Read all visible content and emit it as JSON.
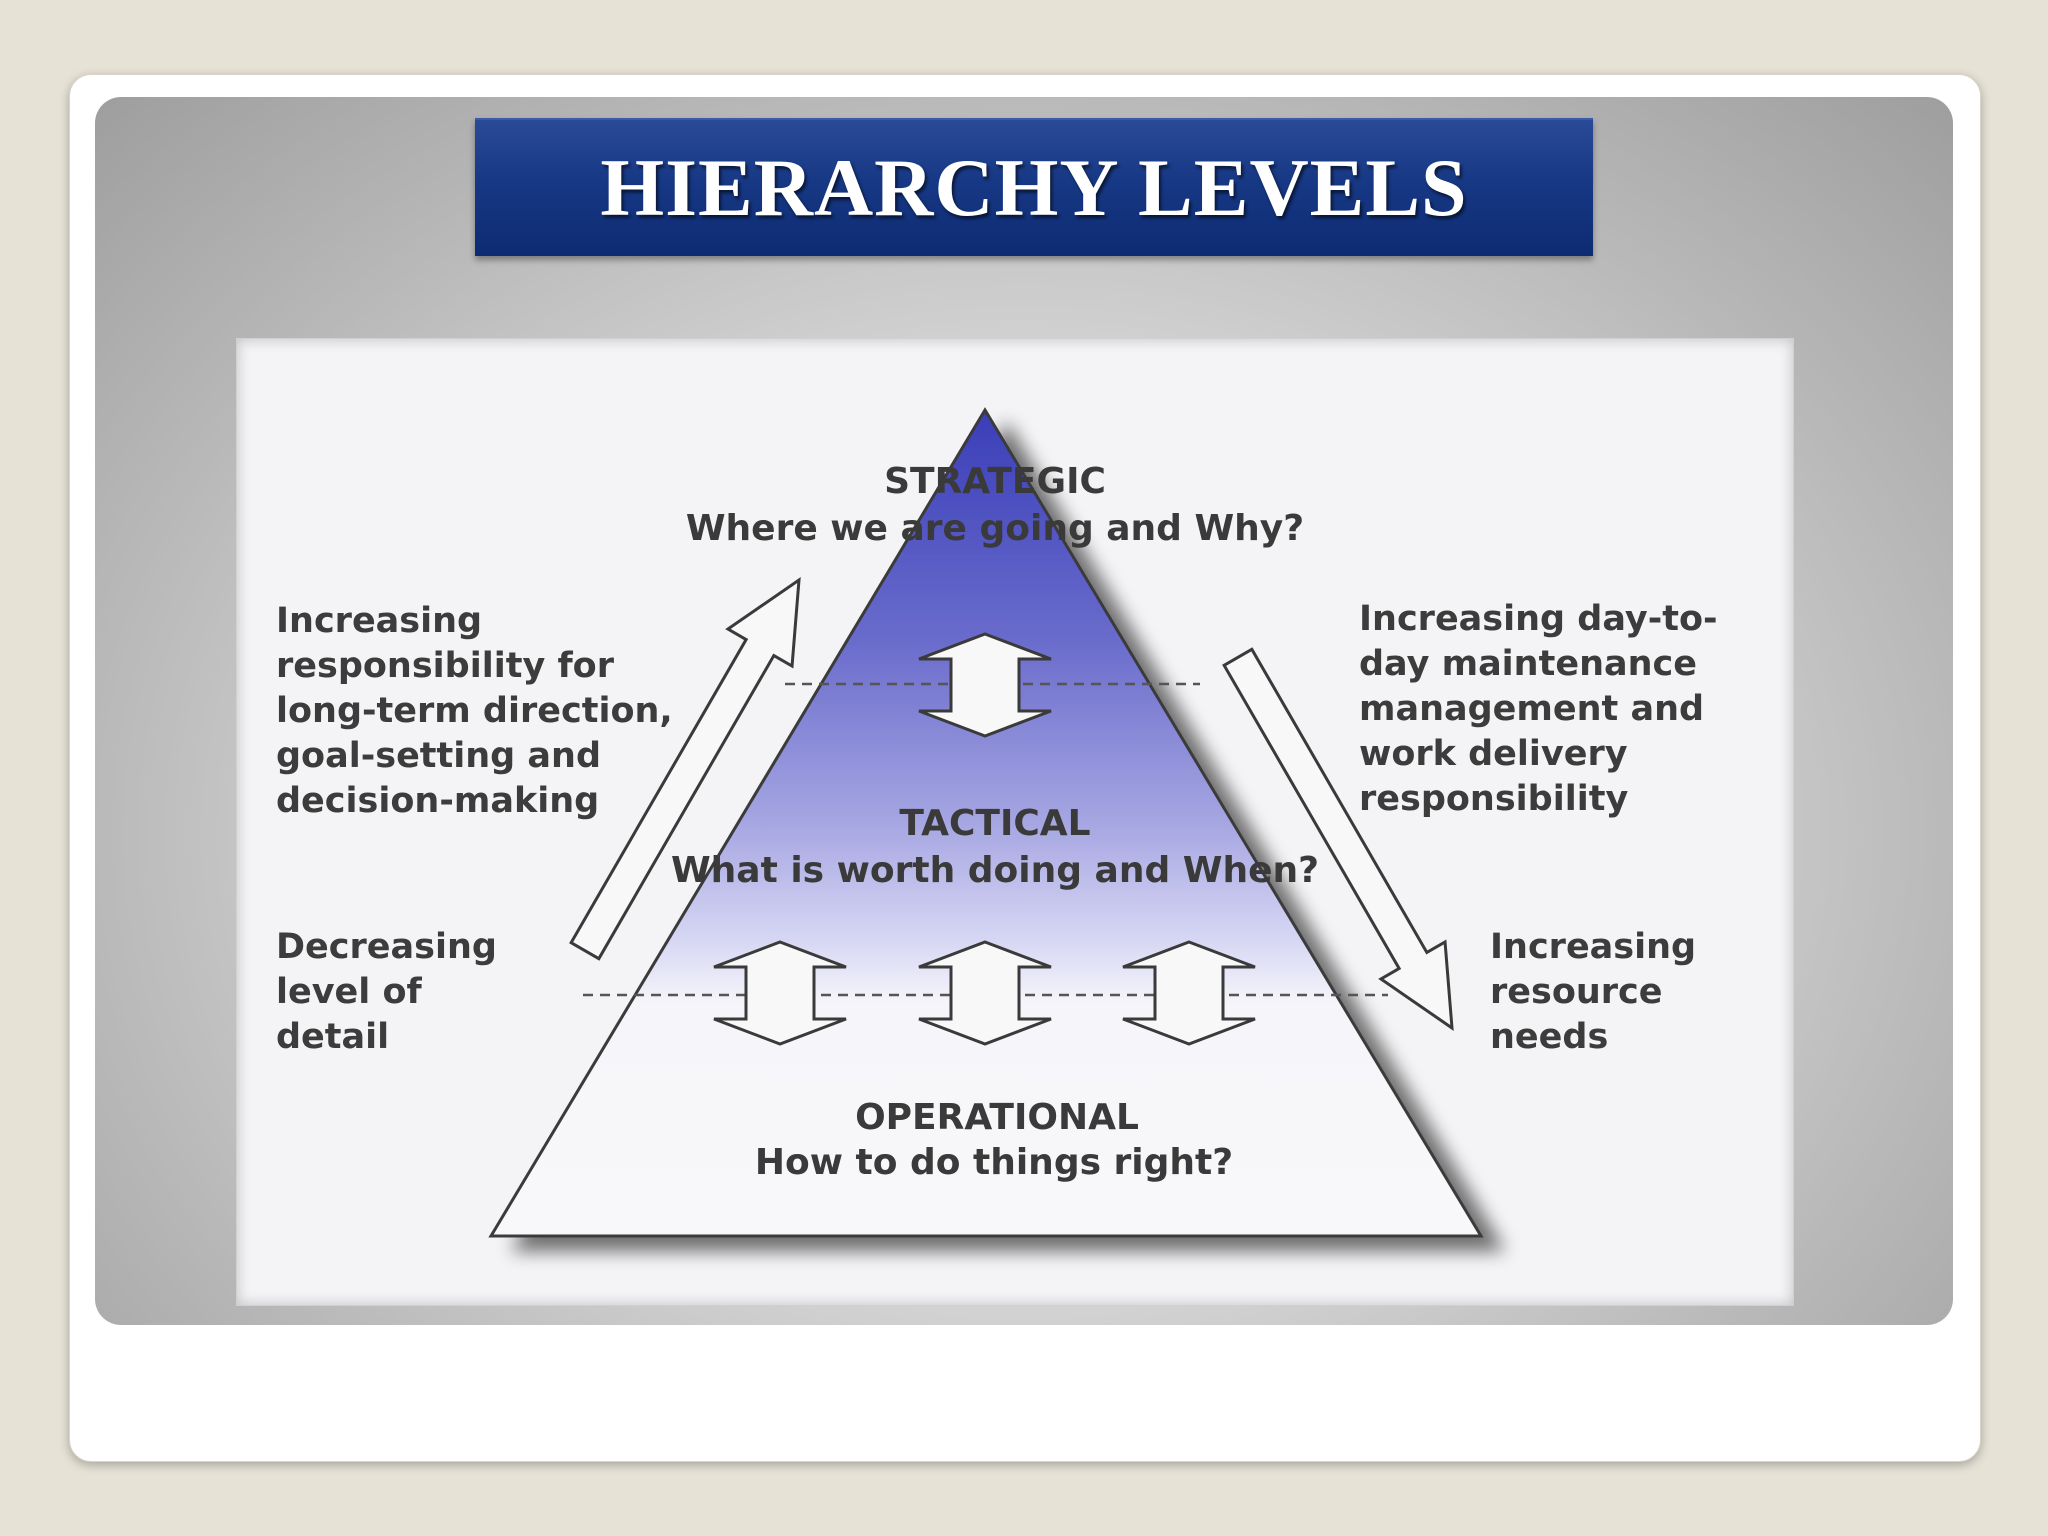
{
  "title": "HIERARCHY LEVELS",
  "levels": {
    "strategic": {
      "name": "STRATEGIC",
      "question": "Where we are going and Why?"
    },
    "tactical": {
      "name": "TACTICAL",
      "question": "What is worth doing and When?"
    },
    "operational": {
      "name": "OPERATIONAL",
      "question": "How to do things right?"
    }
  },
  "left_top_text": [
    "Increasing",
    "responsibility for",
    "long-term direction,",
    "goal-setting and",
    "decision-making"
  ],
  "left_bottom_text": [
    "Decreasing",
    "level of",
    "detail"
  ],
  "right_top_text": [
    "Increasing day-to-",
    "day maintenance",
    "management and",
    "work delivery",
    "responsibility"
  ],
  "right_bottom_text": [
    "Increasing",
    "resource",
    "needs"
  ],
  "colors": {
    "banner": "#173885",
    "pyramid_top": "#3a3eb8",
    "pyramid_mid": "#d6d6f4",
    "pyramid_bottom": "#f8f8fa"
  }
}
